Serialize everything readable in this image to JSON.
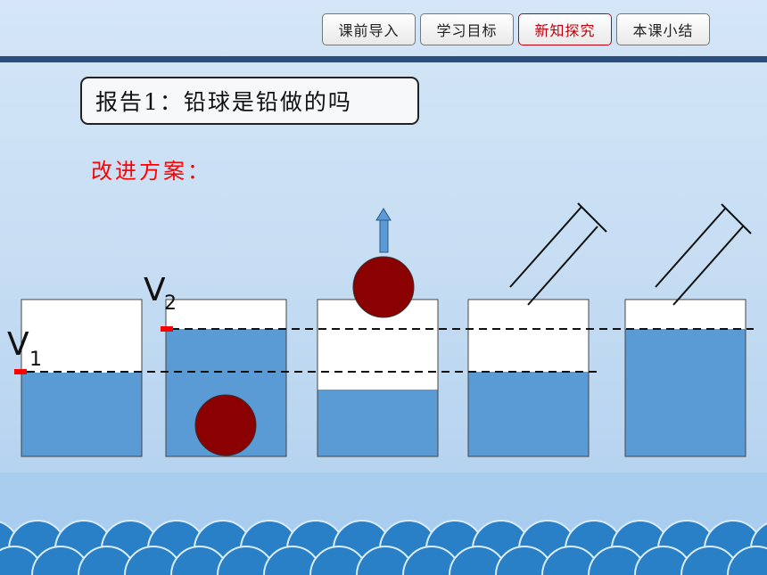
{
  "nav": {
    "tabs": [
      {
        "label": "课前导入",
        "active": false
      },
      {
        "label": "学习目标",
        "active": false
      },
      {
        "label": "新知探究",
        "active": true
      },
      {
        "label": "本课小结",
        "active": false
      }
    ],
    "active_color": "#c0000f"
  },
  "report": {
    "title": "报告1：铅球是铅做的吗"
  },
  "plan": {
    "label": "改进方案：",
    "color": "#ff0000"
  },
  "diagram": {
    "v1_label": "V",
    "v1_sub": "1",
    "v2_label": "V",
    "v2_sub": "2",
    "water_color": "#5b9bd5",
    "ball_color": "#8b0000",
    "marker_color": "#ff0000"
  },
  "decoration": {
    "wave_color": "#2a80c6"
  }
}
